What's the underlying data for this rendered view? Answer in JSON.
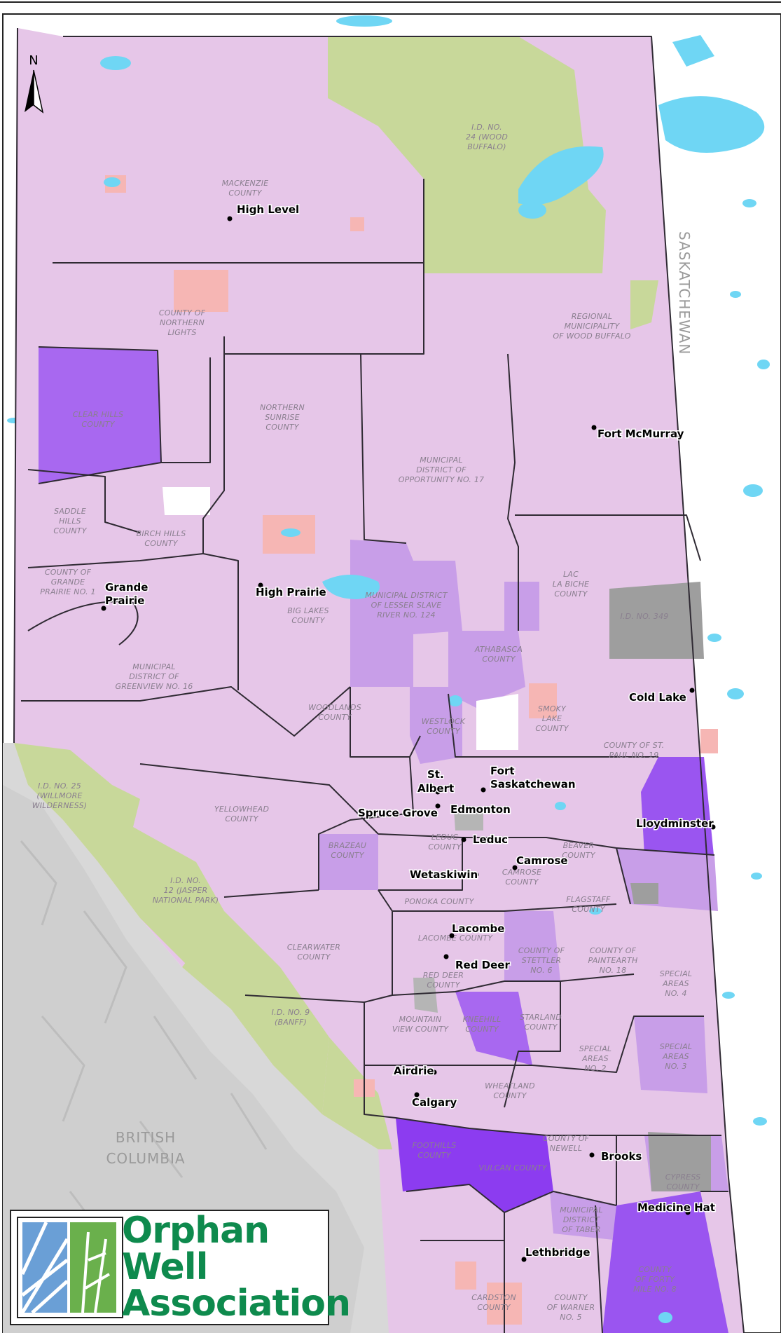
{
  "map": {
    "north_arrow": "N",
    "province_labels": [
      "SASKATCHEWAN",
      "BRITISH",
      "COLUMBIA"
    ],
    "regions": {
      "mackenzie": [
        "MACKENZIE",
        "COUNTY"
      ],
      "wood_buffalo_id24": [
        "I.D. NO.",
        "24 (WOOD",
        "BUFFALO)"
      ],
      "northern_lights": [
        "COUNTY OF",
        "NORTHERN",
        "LIGHTS"
      ],
      "rm_wood_buffalo": [
        "REGIONAL",
        "MUNICIPALITY",
        "OF WOOD BUFFALO"
      ],
      "clear_hills": [
        "CLEAR HILLS",
        "COUNTY"
      ],
      "northern_sunrise": [
        "NORTHERN",
        "SUNRISE",
        "COUNTY"
      ],
      "opportunity": [
        "MUNICIPAL",
        "DISTRICT OF",
        "OPPORTUNITY NO. 17"
      ],
      "saddle_hills": [
        "SADDLE",
        "HILLS",
        "COUNTY"
      ],
      "birch_hills": [
        "BIRCH HILLS",
        "COUNTY"
      ],
      "lac_la_biche": [
        "LAC",
        "LA BICHE",
        "COUNTY"
      ],
      "grande_prairie": [
        "COUNTY OF",
        "GRANDE",
        "PRAIRIE NO. 1"
      ],
      "lesser_slave": [
        "MUNICIPAL DISTRICT",
        "OF LESSER SLAVE",
        "RIVER NO. 124"
      ],
      "id349": [
        "I.D. NO. 349"
      ],
      "big_lakes": [
        "BIG LAKES",
        "COUNTY"
      ],
      "athabasca": [
        "ATHABASCA",
        "COUNTY"
      ],
      "greenview": [
        "MUNICIPAL",
        "DISTRICT OF",
        "GREENVIEW NO. 16"
      ],
      "woodlands": [
        "WOODLANDS",
        "COUNTY"
      ],
      "westlock": [
        "WESTLOCK",
        "COUNTY"
      ],
      "smoky_lake": [
        "SMOKY",
        "LAKE",
        "COUNTY"
      ],
      "st_paul": [
        "COUNTY OF ST.",
        "PAUL NO. 19"
      ],
      "willmore": [
        "I.D. NO. 25",
        "(WILLMORE",
        "WILDERNESS)"
      ],
      "yellowhead": [
        "YELLOWHEAD",
        "COUNTY"
      ],
      "brazeau": [
        "BRAZEAU",
        "COUNTY"
      ],
      "leduc_county": [
        "LEDUC",
        "COUNTY"
      ],
      "beaver": [
        "BEAVER",
        "COUNTY"
      ],
      "jasper": [
        "I.D. NO.",
        "12 (JASPER",
        "NATIONAL PARK)"
      ],
      "camrose_county": [
        "CAMROSE",
        "COUNTY"
      ],
      "flagstaff": [
        "FLAGSTAFF",
        "COUNTY"
      ],
      "ponoka": [
        "PONOKA COUNTY"
      ],
      "clearwater": [
        "CLEARWATER",
        "COUNTY"
      ],
      "lacombe_county": [
        "LACOMBE COUNTY"
      ],
      "stettler": [
        "COUNTY OF",
        "STETTLER",
        "NO. 6"
      ],
      "paintearth": [
        "COUNTY OF",
        "PAINTEARTH",
        "NO. 18"
      ],
      "red_deer_county": [
        "RED DEER",
        "COUNTY"
      ],
      "special_areas_4": [
        "SPECIAL",
        "AREAS",
        "NO. 4"
      ],
      "banff": [
        "I.D. NO. 9",
        "(BANFF)"
      ],
      "mountain_view": [
        "MOUNTAIN",
        "VIEW COUNTY"
      ],
      "kneehill": [
        "KNEEHILL",
        "COUNTY"
      ],
      "starland": [
        "STARLAND",
        "COUNTY"
      ],
      "special_areas_2": [
        "SPECIAL",
        "AREAS",
        "NO. 2"
      ],
      "special_areas_3": [
        "SPECIAL",
        "AREAS",
        "NO. 3"
      ],
      "wheatland": [
        "WHEATLAND",
        "COUNTY"
      ],
      "foothills": [
        "FOOTHILLS",
        "COUNTY"
      ],
      "newell": [
        "COUNTY OF",
        "NEWELL"
      ],
      "vulcan": [
        "VULCAN COUNTY"
      ],
      "cypress": [
        "CYPRESS",
        "COUNTY"
      ],
      "taber": [
        "MUNICIPAL",
        "DISTRICT",
        "OF TABER"
      ],
      "forty_mile": [
        "COUNTY",
        "OF FORTY",
        "MILE NO. 8"
      ],
      "cardston": [
        "CARDSTON",
        "COUNTY"
      ],
      "warner": [
        "COUNTY",
        "OF WARNER",
        "NO. 5"
      ]
    },
    "cities": {
      "high_level": "High Level",
      "fort_mcmurray": "Fort McMurray",
      "grande_prairie_1": "Grande",
      "grande_prairie_2": "Prairie",
      "high_prairie": "High Prairie",
      "cold_lake": "Cold Lake",
      "st_albert_1": "St.",
      "st_albert_2": "Albert",
      "fort_sask_1": "Fort",
      "fort_sask_2": "Saskatchewan",
      "spruce_grove": "Spruce Grove",
      "edmonton": "Edmonton",
      "lloydminster": "Lloydminster",
      "leduc": "Leduc",
      "camrose": "Camrose",
      "wetaskiwin": "Wetaskiwin",
      "lacombe": "Lacombe",
      "red_deer": "Red Deer",
      "airdrie": "Airdrie",
      "calgary": "Calgary",
      "brooks": "Brooks",
      "medicine_hat": "Medicine Hat",
      "lethbridge": "Lethbridge"
    },
    "colors": {
      "light_purple": "#e6c6e8",
      "mid_purple": "#c89ee8",
      "strong_purple": "#a868f0",
      "deep_purple": "#8c3cf0",
      "green": "#c8d89a",
      "gray": "#9e9e9e",
      "pink": "#f6b6b4",
      "water": "#6fd6f4",
      "mountains": "#d8d8d8"
    }
  },
  "logo": {
    "line1": "Orphan",
    "line2": "Well",
    "line3": "Association",
    "color": "#0e8a4d"
  }
}
